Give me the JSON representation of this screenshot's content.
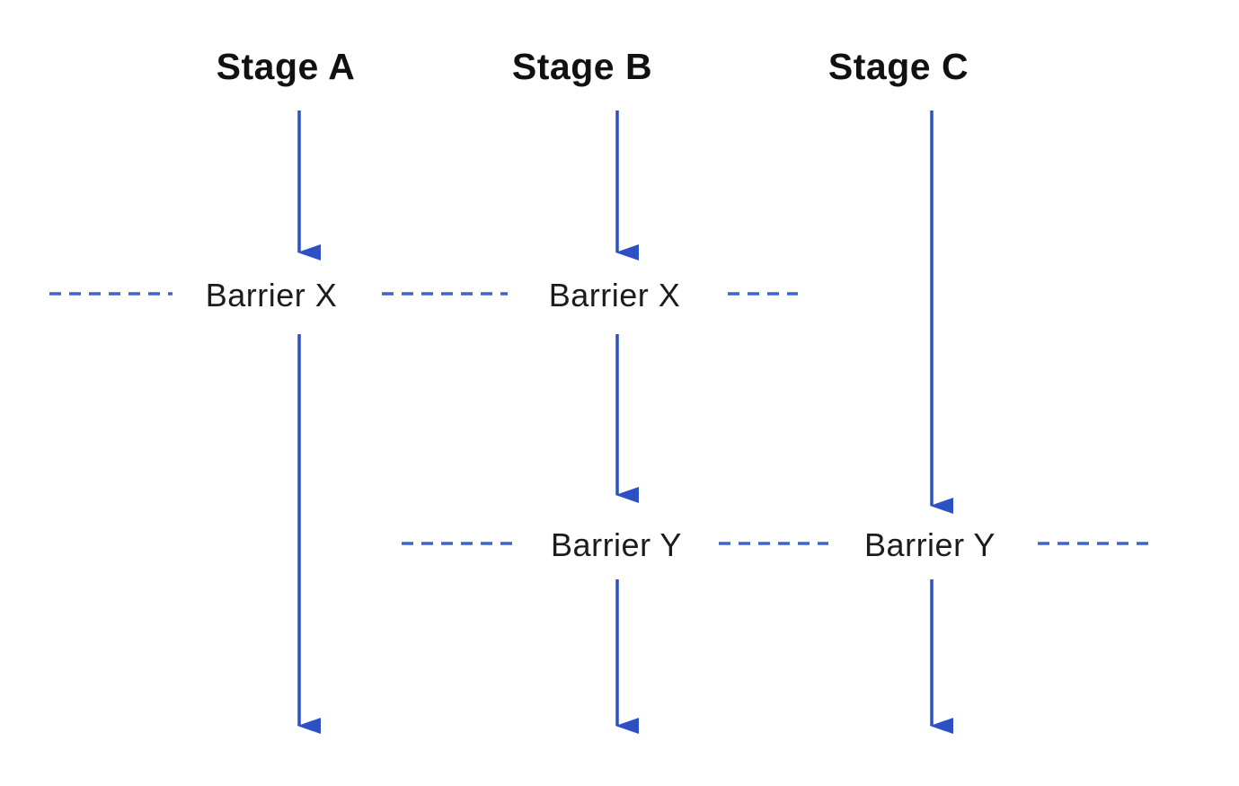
{
  "diagram": {
    "stages": [
      {
        "label": "Stage A"
      },
      {
        "label": "Stage B"
      },
      {
        "label": "Stage C"
      }
    ],
    "barrier_rows": [
      {
        "labels": [
          "Barrier X",
          "Barrier X"
        ]
      },
      {
        "labels": [
          "Barrier Y",
          "Barrier Y"
        ]
      }
    ],
    "colors": {
      "arrow": "#2d51c4",
      "dashed_line": "#3f63cd",
      "stage_label": "#111111",
      "barrier_label": "#1c1c1c"
    }
  }
}
